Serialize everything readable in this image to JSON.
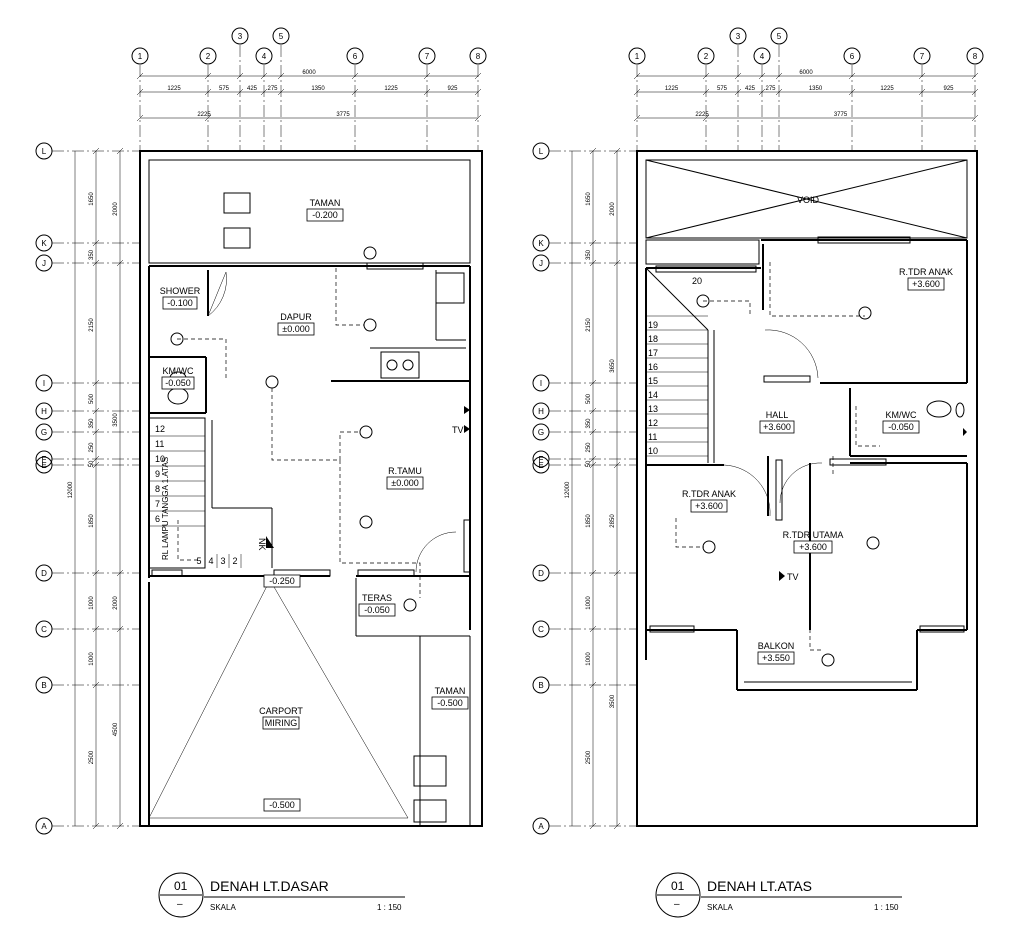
{
  "grid": {
    "cols": [
      "1",
      "2",
      "3",
      "4",
      "5",
      "6",
      "7",
      "8"
    ],
    "rows": [
      "L",
      "K",
      "J",
      "I",
      "H",
      "G",
      "F",
      "E",
      "D",
      "C",
      "B",
      "A"
    ],
    "dims_top1": [
      "1225",
      "575",
      "425",
      "275",
      "1350",
      "1225",
      "925"
    ],
    "dims_top2": [
      "2225",
      "3775"
    ],
    "total_width": "6000",
    "total_height": "12000"
  },
  "plans": [
    {
      "number": "01",
      "title": "DENAH LT.DASAR",
      "scale_label": "SKALA",
      "scale": "1 : 150",
      "dims_left1": [
        "1650",
        "350",
        "2150",
        "500",
        "350",
        "250",
        "50",
        "1850",
        "1000",
        "1000",
        "2500"
      ],
      "dims_left2": [
        "2000",
        "3500",
        "2000",
        "4500"
      ],
      "stair_numbers": [
        "12",
        "11",
        "10",
        "9",
        "8",
        "7",
        "6"
      ],
      "stair_bottom": [
        "5",
        "4",
        "3",
        "2"
      ],
      "stair_note": "RL LAMPU TANGGA 1.ATAS",
      "nk": "NK",
      "rooms": [
        {
          "name": "TAMAN",
          "level": "-0.200"
        },
        {
          "name": "SHOWER",
          "level": "-0.100"
        },
        {
          "name": "DAPUR",
          "level": "±0.000"
        },
        {
          "name": "KM/WC",
          "level": "-0.050"
        },
        {
          "name": "R.TAMU",
          "level": "±0.000"
        },
        {
          "name": "TERAS",
          "level": "-0.050"
        },
        {
          "name": "CARPORT",
          "level": "MIRING"
        },
        {
          "name": "TAMAN",
          "level": "-0.500"
        }
      ],
      "levels": [
        "-0.250",
        "-0.500"
      ],
      "tv": "TV"
    },
    {
      "number": "01",
      "title": "DENAH LT.ATAS",
      "scale_label": "SKALA",
      "scale": "1 : 150",
      "dims_left1": [
        "1650",
        "350",
        "2150",
        "500",
        "350",
        "250",
        "50",
        "1850",
        "1000",
        "1000",
        "2500"
      ],
      "dims_left2": [
        "2000",
        "3650",
        "2850",
        "3500"
      ],
      "stair_numbers": [
        "20",
        "19",
        "18",
        "17",
        "16",
        "15",
        "14",
        "13",
        "12",
        "11",
        "10"
      ],
      "void": "VOID",
      "rooms": [
        {
          "name": "R.TDR ANAK",
          "level": "+3.600"
        },
        {
          "name": "HALL",
          "level": "+3.600"
        },
        {
          "name": "KM/WC",
          "level": "-0.050"
        },
        {
          "name": "R.TDR ANAK",
          "level": "+3.600"
        },
        {
          "name": "R.TDR UTAMA",
          "level": "+3.600"
        },
        {
          "name": "BALKON",
          "level": "+3.550"
        }
      ],
      "tv": "TV"
    }
  ]
}
